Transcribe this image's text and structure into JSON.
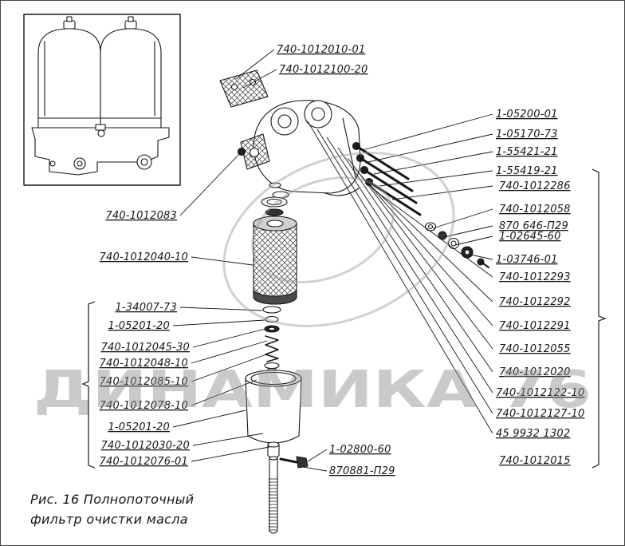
{
  "figure": {
    "caption_line1": "Рис. 16 Полнопоточный",
    "caption_line2": "фильтр очистки масла",
    "watermark": "ДИНАМИКА 76"
  },
  "labels": {
    "top": [
      "740-1012010-01",
      "740-1012100-20"
    ],
    "left_upper": [
      "740-1012083",
      "740-1012040-10"
    ],
    "left_group": [
      "1-34007-73",
      "1-05201-20",
      "740-1012045-30",
      "740-1012048-10",
      "740-1012085-10",
      "740-1012078-10",
      "1-05201-20",
      "740-1012030-20",
      "740-1012076-01"
    ],
    "right_column": [
      "1-05200-01",
      "1-05170-73",
      "1-55421-21",
      "1-55419-21",
      "740-1012286",
      "740-1012058",
      "870 646-П29",
      "1-02645-60",
      "1-03746-01",
      "740-1012293",
      "740-1012292",
      "740-1012291",
      "740-1012055",
      "740-1012020",
      "740-1012122-10",
      "740-1012127-10",
      "45 9932 1302",
      "740-1012015"
    ],
    "bottom": [
      "1-02800-60",
      "870881-П29"
    ]
  },
  "colors": {
    "line": "#161616",
    "watermark": "#8a8a8a",
    "background": "#ffffff"
  }
}
